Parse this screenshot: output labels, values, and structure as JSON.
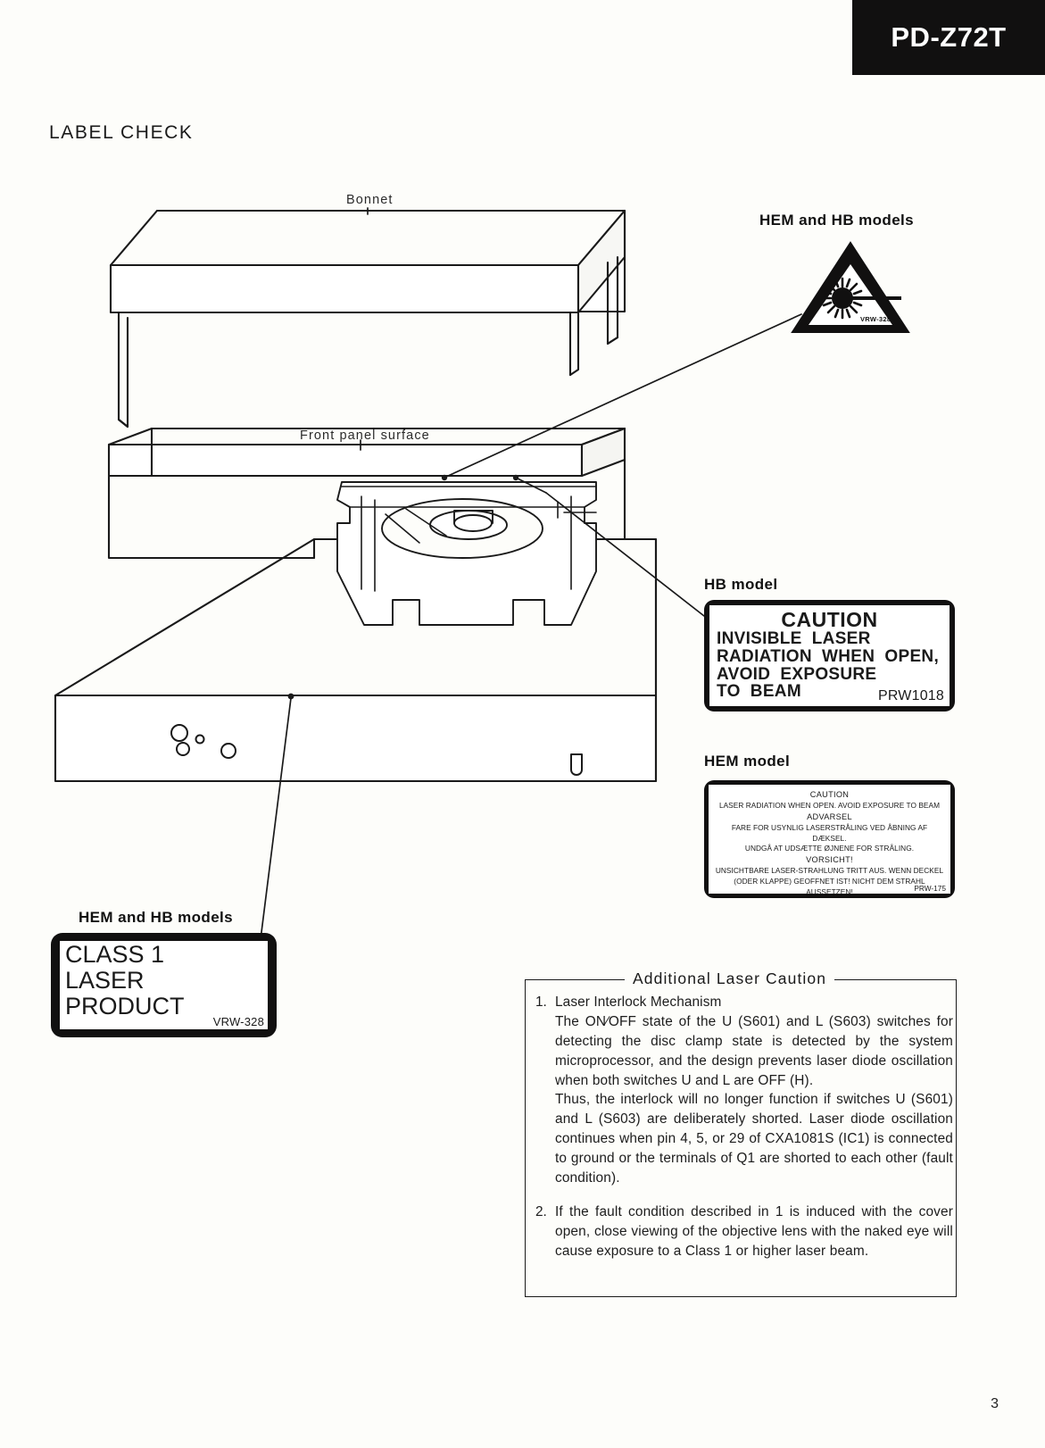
{
  "header": {
    "model": "PD-Z72T"
  },
  "section": {
    "title": "LABEL CHECK"
  },
  "diagram": {
    "bonnet_label": "Bonnet",
    "front_panel_label": "Front panel surface",
    "laser_symbol_caption": "HEM and HB models",
    "laser_symbol_partno": "VRW-328",
    "hb_caption": "HB model",
    "hem_caption": "HEM model",
    "class1_caption": "HEM and HB models"
  },
  "hb_label": {
    "title": "CAUTION",
    "lines": [
      "INVISIBLE  LASER",
      "RADIATION  WHEN  OPEN,",
      "AVOID  EXPOSURE",
      "TO  BEAM"
    ],
    "part_no": "PRW1018"
  },
  "hem_label": {
    "blocks": [
      {
        "style": "head",
        "text": "CAUTION"
      },
      {
        "style": "body",
        "text": "LASER RADIATION WHEN OPEN. AVOID EXPOSURE TO BEAM"
      },
      {
        "style": "head",
        "text": "ADVARSEL"
      },
      {
        "style": "body",
        "text": "FARE FOR USYNLIG LASERSTRÅLING VED ÅBNING AF DÆKSEL."
      },
      {
        "style": "body",
        "text": "UNDGÅ AT UDSÆTTE ØJNENE FOR STRÅLING."
      },
      {
        "style": "head",
        "text": "VORSICHT!"
      },
      {
        "style": "body",
        "text": "UNSICHTBARE LASER-STRAHLUNG TRITT AUS. WENN DECKEL"
      },
      {
        "style": "body",
        "text": "(ODER KLAPPE) GEOFFNET IST! NICHT DEM STRAHL AUSSETZEN!"
      }
    ],
    "part_no": "PRW-175"
  },
  "class1_label": {
    "line1": "CLASS 1",
    "line2": "LASER PRODUCT",
    "part_no": "VRW-328"
  },
  "additional_caution": {
    "legend": "Additional  Laser  Caution",
    "items": [
      {
        "number": "1.",
        "heading": "Laser Interlock Mechanism",
        "paragraphs": [
          "The ON∕OFF state of the U (S601) and L (S603) switches for detecting the disc clamp state is detected by the system microprocessor, and the design prevents laser diode oscillation when both switches U and L are OFF (H).",
          "Thus, the interlock will no longer function if switches U (S601) and L (S603) are deliberately shorted. Laser diode oscillation continues when pin 4, 5, or 29 of CXA1081S (IC1) is connected to ground or the terminals of Q1 are shorted to each other (fault condition)."
        ]
      },
      {
        "number": "2.",
        "heading": "",
        "paragraphs": [
          "If the fault condition described in 1 is induced with the cover open, close viewing of the objective lens with the naked eye will cause exposure to a Class 1 or higher laser beam."
        ]
      }
    ]
  },
  "footer": {
    "page": "3"
  }
}
